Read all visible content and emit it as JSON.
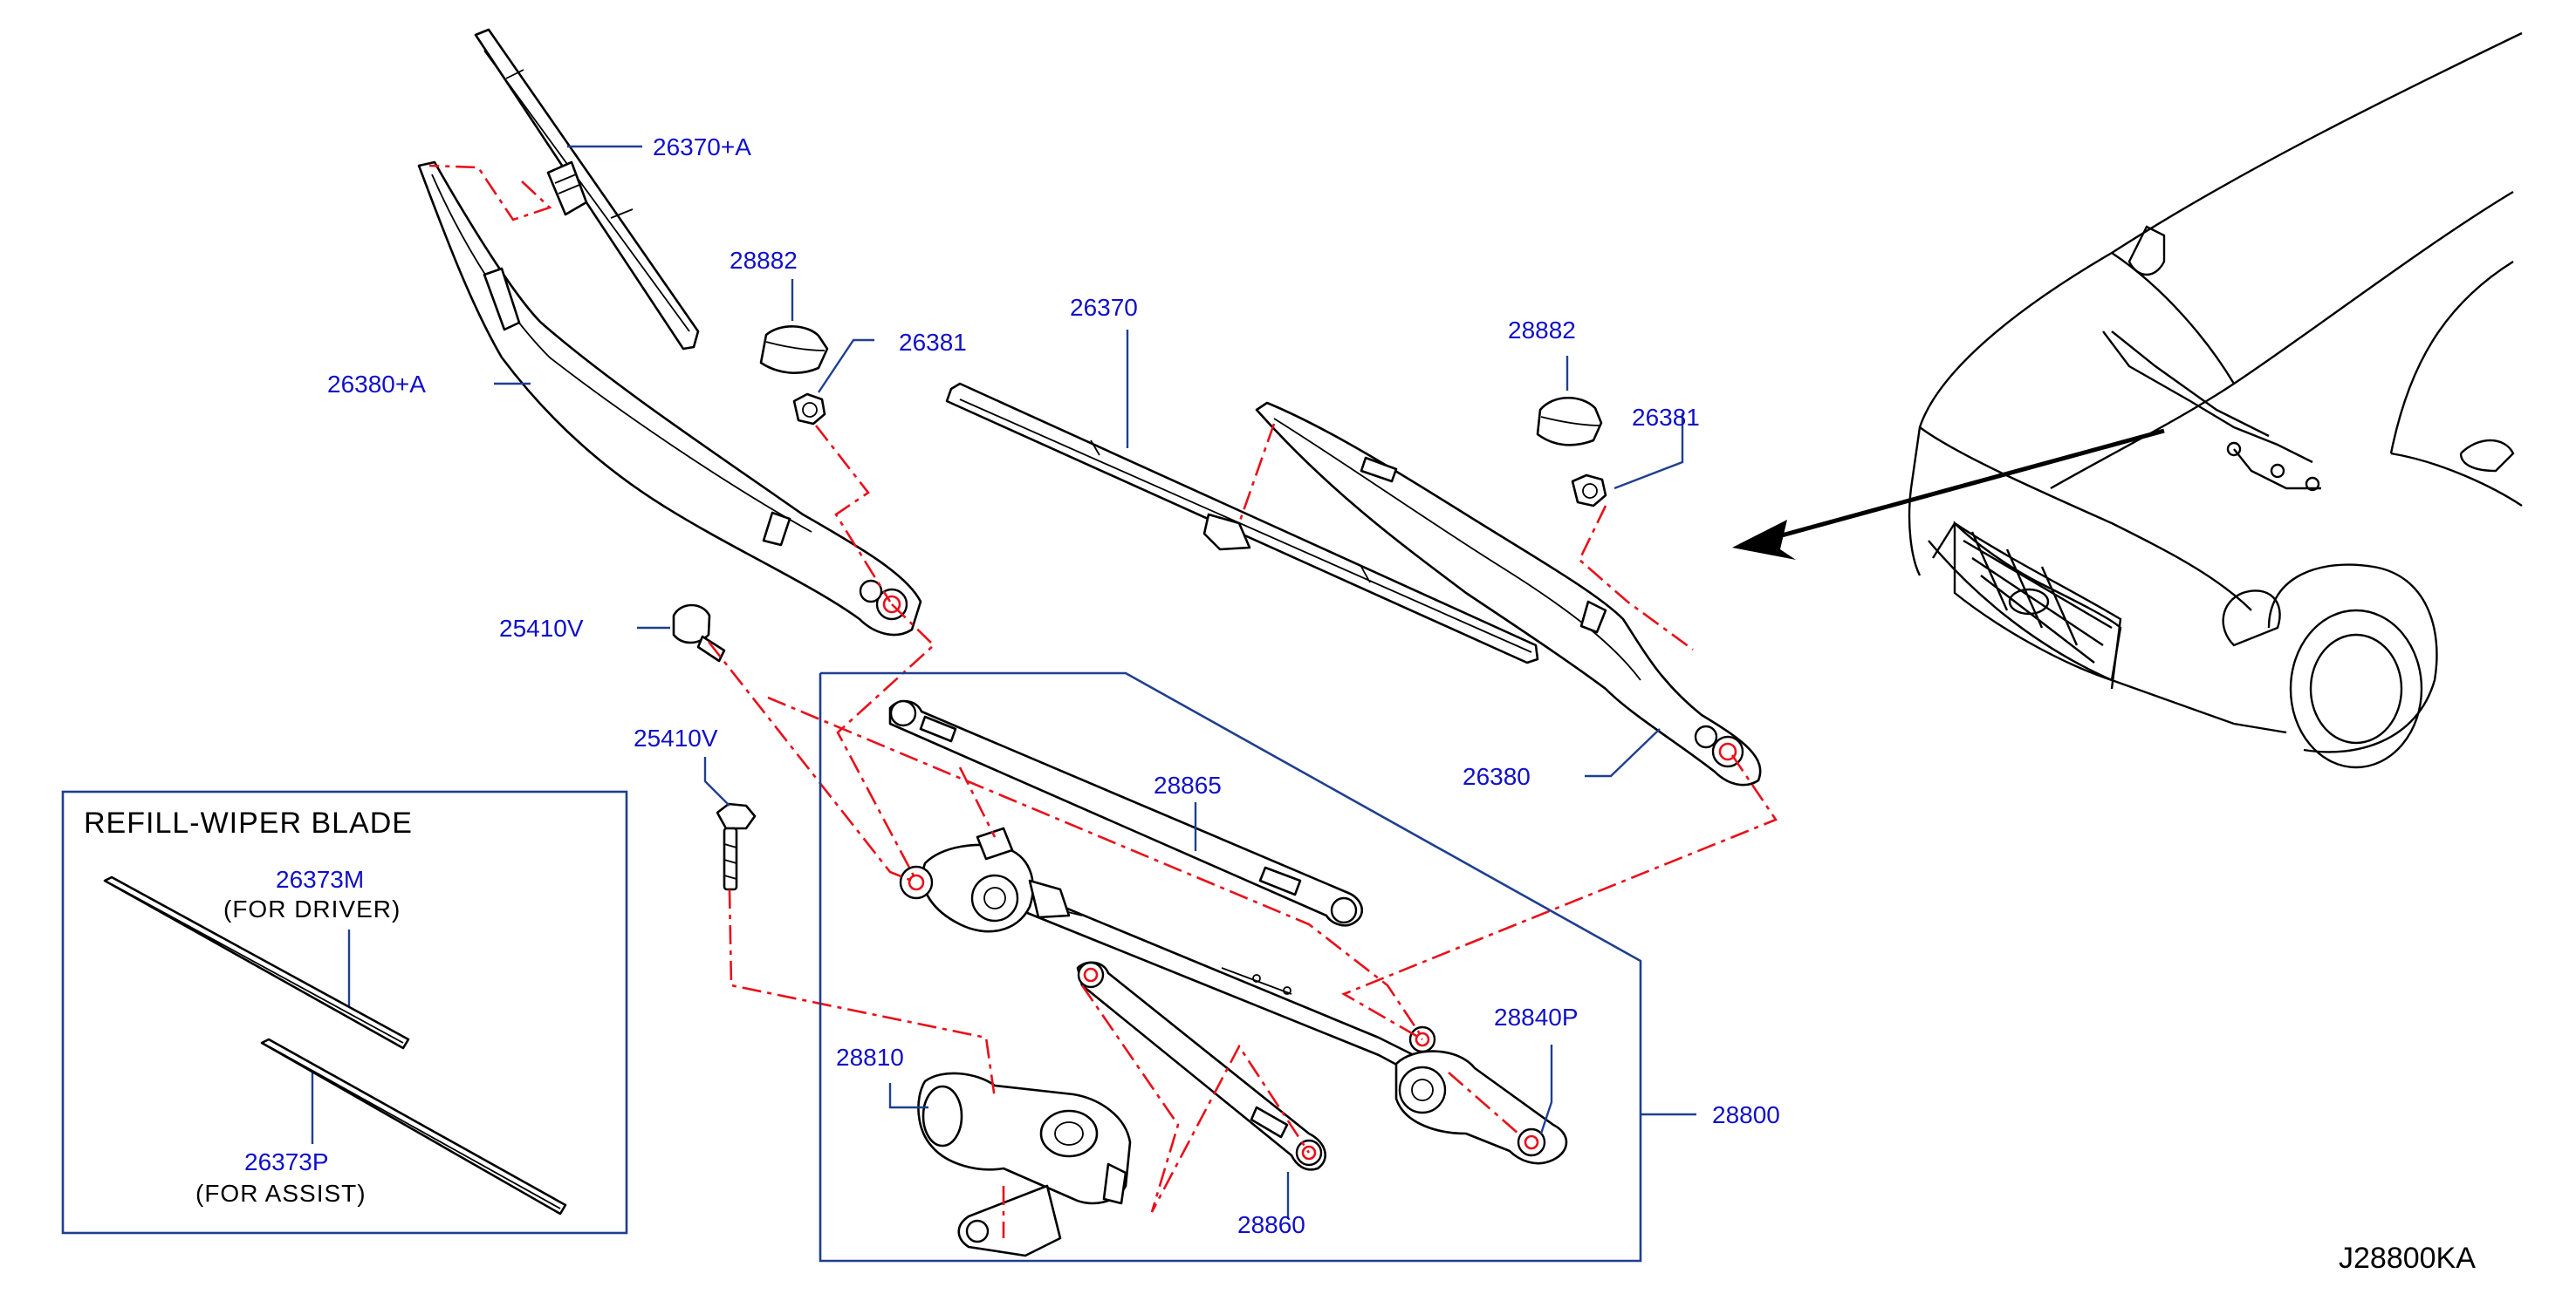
{
  "diagram_code": "J28800KA",
  "refill_box": {
    "title": "REFILL-WIPER  BLADE",
    "driver_part": "26373M",
    "driver_note": "(FOR   DRIVER)",
    "assist_part": "26373P",
    "assist_note": "(FOR   ASSIST)"
  },
  "callouts": {
    "blade_driver": "26370+A",
    "arm_driver": "26380+A",
    "cap_left": "28882",
    "nut_left": "26381",
    "blade_assist": "26370",
    "cap_right": "28882",
    "nut_right": "26381",
    "arm_assist": "26380",
    "bolt_upper": "25410V",
    "bolt_lower": "25410V",
    "link_upper": "28865",
    "pivot_right": "28840P",
    "motor": "28810",
    "link_lower": "28860",
    "assembly": "28800"
  },
  "colors": {
    "callout_text": "#1010c8",
    "leader_line": "#1f3f8f",
    "connection_dash": "#e8101a",
    "outline": "#000000"
  }
}
